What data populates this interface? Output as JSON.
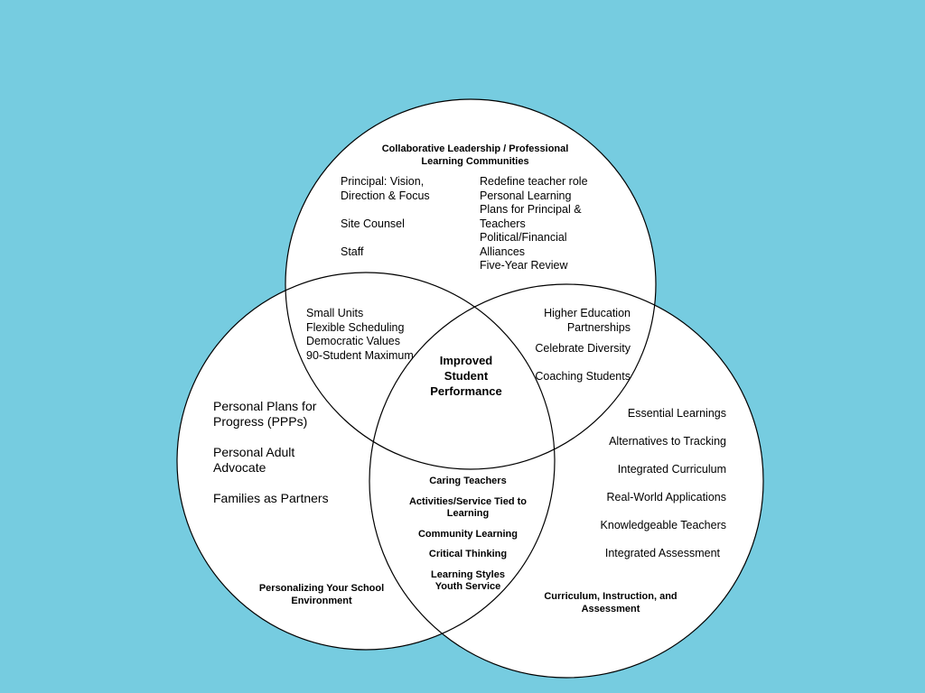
{
  "diagram": {
    "colors": {
      "background": "#76cce0",
      "circle_fill": "#ffffff",
      "circle_stroke": "#000000"
    },
    "top_circle": {
      "title": "Collaborative Leadership / Professional\nLearning Communities",
      "left_items": [
        "Principal: Vision,\nDirection & Focus",
        "Site Counsel",
        "Staff"
      ],
      "right_text": "Redefine teacher role\nPersonal Learning\nPlans for Principal &\nTeachers\nPolitical/Financial\nAlliances\nFive-Year Review"
    },
    "top_left_overlap": "Small Units\nFlexible Scheduling\nDemocratic Values\n90-Student Maximum",
    "top_right_overlap": {
      "items": [
        "Higher Education\nPartnerships",
        "Celebrate Diversity",
        "Coaching Students"
      ]
    },
    "center": "Improved\nStudent\nPerformance",
    "left_circle": {
      "items": [
        "Personal Plans for\nProgress (PPPs)",
        "Personal Adult\nAdvocate",
        "Families as Partners"
      ],
      "title": "Personalizing Your School\nEnvironment"
    },
    "right_circle": {
      "items": [
        "Essential Learnings",
        "Alternatives to Tracking",
        "Integrated Curriculum",
        "Real-World Applications",
        "Knowledgeable Teachers",
        "Integrated Assessment"
      ],
      "title": "Curriculum, Instruction, and\nAssessment"
    },
    "bottom_overlap": {
      "items": [
        "Caring Teachers",
        "Activities/Service Tied to\nLearning",
        "Community Learning",
        "Critical Thinking",
        "Learning Styles\nYouth Service"
      ]
    }
  }
}
